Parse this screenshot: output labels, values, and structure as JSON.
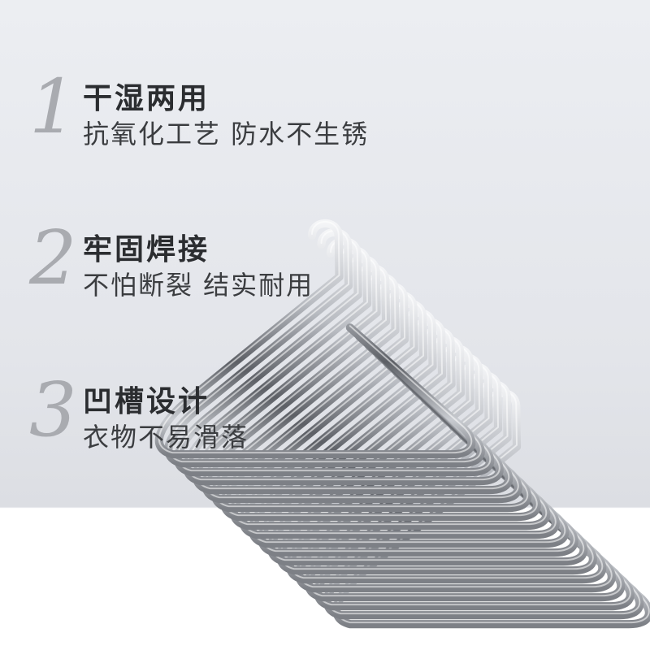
{
  "features": [
    {
      "number": "1",
      "title": "干湿两用",
      "subtitle": "抗氧化工艺 防水不生锈"
    },
    {
      "number": "2",
      "title": "牢固焊接",
      "subtitle": "不怕断裂 结实耐用"
    },
    {
      "number": "3",
      "title": "凹槽设计",
      "subtitle": "衣物不易滑落"
    }
  ],
  "product": {
    "image": "stainless-steel-hanger-stack",
    "count": 20
  },
  "colors": {
    "steel_dark": "#6d7076",
    "steel_light": "#eef0f3",
    "background": "#e6e8ec"
  }
}
